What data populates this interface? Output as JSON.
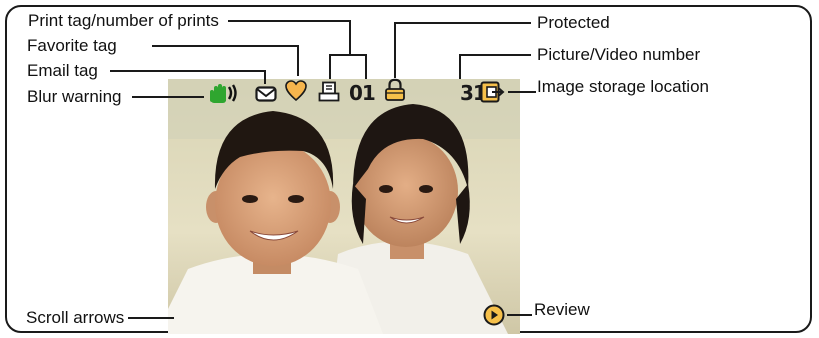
{
  "labels": {
    "print_tag": "Print tag/number of prints",
    "favorite_tag": "Favorite tag",
    "email_tag": "Email tag",
    "blur_warning": "Blur warning",
    "protected": "Protected",
    "picture_video_number": "Picture/Video number",
    "image_storage_location": "Image storage location",
    "scroll_arrows": "Scroll arrows",
    "review": "Review"
  },
  "status_bar": {
    "print_count": "01",
    "picture_number": "31"
  },
  "icons": [
    "blur-warning-hand-icon",
    "email-envelope-icon",
    "favorite-heart-icon",
    "print-tag-icon",
    "protected-lock-icon",
    "storage-card-icon",
    "review-play-icon"
  ],
  "colors": {
    "blur_icon": "#2fa62f",
    "heart_icon": "#f2a03a",
    "frame": "#1a1a1a"
  }
}
